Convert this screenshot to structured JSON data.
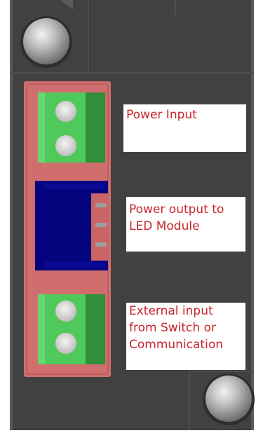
{
  "labels": {
    "power_input": "Power Input",
    "power_output": "Power output to\nLED Module",
    "external_input": "External input\nfrom Switch or\nCommunication"
  },
  "colors": {
    "housing": "#414141",
    "connector_board": "#d06e6e",
    "terminal_green": "#4fc95a",
    "terminal_dark_green": "#2f8f3a",
    "module_blue": "#04047f",
    "label_text": "#c8252b"
  },
  "icons": {
    "mount_screw": "screw-icon",
    "terminal_block": "terminal-block-icon",
    "output_socket": "socket-icon"
  }
}
